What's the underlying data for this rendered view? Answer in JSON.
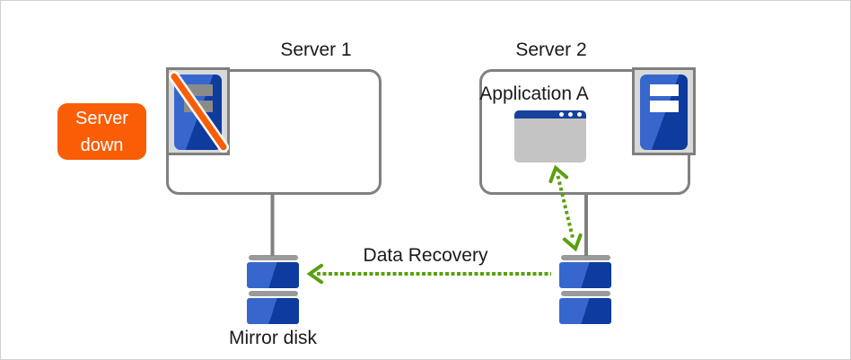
{
  "badge": {
    "line1": "Server",
    "line2": "down"
  },
  "nodes": {
    "server1": {
      "label": "Server 1"
    },
    "server2": {
      "label": "Server 2",
      "application": "Application A"
    }
  },
  "labels": {
    "mirror_disk": "Mirror disk",
    "data_recovery": "Data Recovery"
  },
  "arrows": {
    "data_recovery": {
      "label": "Data Recovery",
      "direction": "right-disk-to-left-disk",
      "style": "dotted"
    },
    "app_disk_sync": {
      "direction": "bidirectional",
      "style": "dotted"
    }
  },
  "icons": {
    "server1": "server-tower-crossed-out-icon",
    "server2": "server-tower-icon",
    "application": "application-window-icon",
    "disk": "mirror-disk-stack-icon"
  },
  "colors": {
    "alert_orange": "#f95d05",
    "server_blue_light": "#3767cd",
    "server_blue_dark": "#0d3c9e",
    "arrow_green": "#5aa00e",
    "connector_gray": "#808080",
    "disk_cap_gray": "#9a9a9a",
    "window_titlebar_blue": "#16419c"
  }
}
